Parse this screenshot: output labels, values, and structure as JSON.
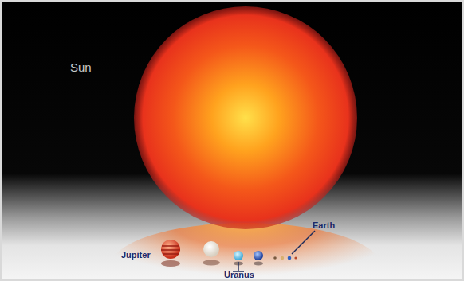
{
  "diagram": {
    "labels": [
      "Sun",
      "Jupiter",
      "Uranus",
      "Earth"
    ]
  }
}
